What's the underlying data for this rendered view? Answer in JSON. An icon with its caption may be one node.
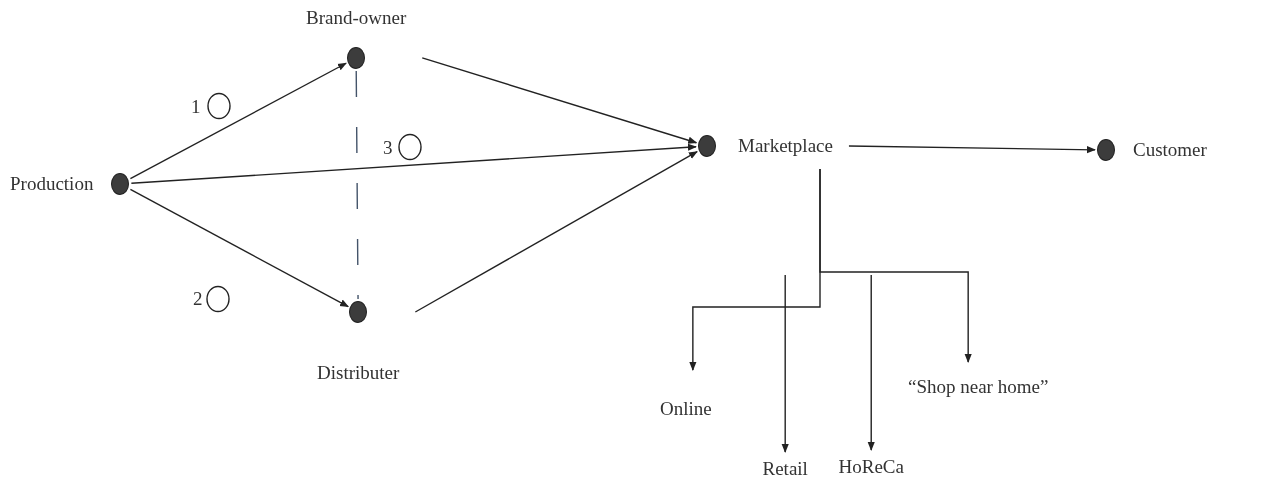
{
  "diagram": {
    "nodes": [
      {
        "text": [
          "Production"
        ]
      },
      {
        "text": [
          "Brand-owner"
        ]
      },
      {
        "text": [
          "Distributer"
        ]
      },
      {
        "text": [
          "Marketplace"
        ]
      },
      {
        "text": [
          "Customer"
        ]
      },
      {
        "text": [
          "Online"
        ]
      },
      {
        "text": [
          "Retail"
        ]
      },
      {
        "text": [
          "HoReCa"
        ]
      },
      {
        "text": [
          "“Shop near home”"
        ]
      }
    ],
    "edges": [
      {
        "from": 0,
        "to": 1,
        "arrow": "to"
      },
      {
        "from": 0,
        "to": 3,
        "arrow": "to"
      },
      {
        "from": 0,
        "to": 2,
        "arrow": "to"
      },
      {
        "from": 1,
        "to": 3,
        "arrow": "to"
      },
      {
        "from": 2,
        "to": 3,
        "arrow": "to"
      },
      {
        "from": 1,
        "to": 2,
        "arrow": "none",
        "style": "dashed",
        "color": "#44546a"
      },
      {
        "from": 3,
        "to": 4,
        "arrow": "to"
      },
      {
        "from": 3,
        "to": 5,
        "arrow": "to"
      },
      {
        "from": 3,
        "to": 8,
        "arrow": "to"
      },
      {
        "from": null,
        "to": 6,
        "arrow": "to"
      },
      {
        "from": null,
        "to": 7,
        "arrow": "to"
      }
    ],
    "labels": [
      "1",
      "3",
      "2"
    ]
  }
}
